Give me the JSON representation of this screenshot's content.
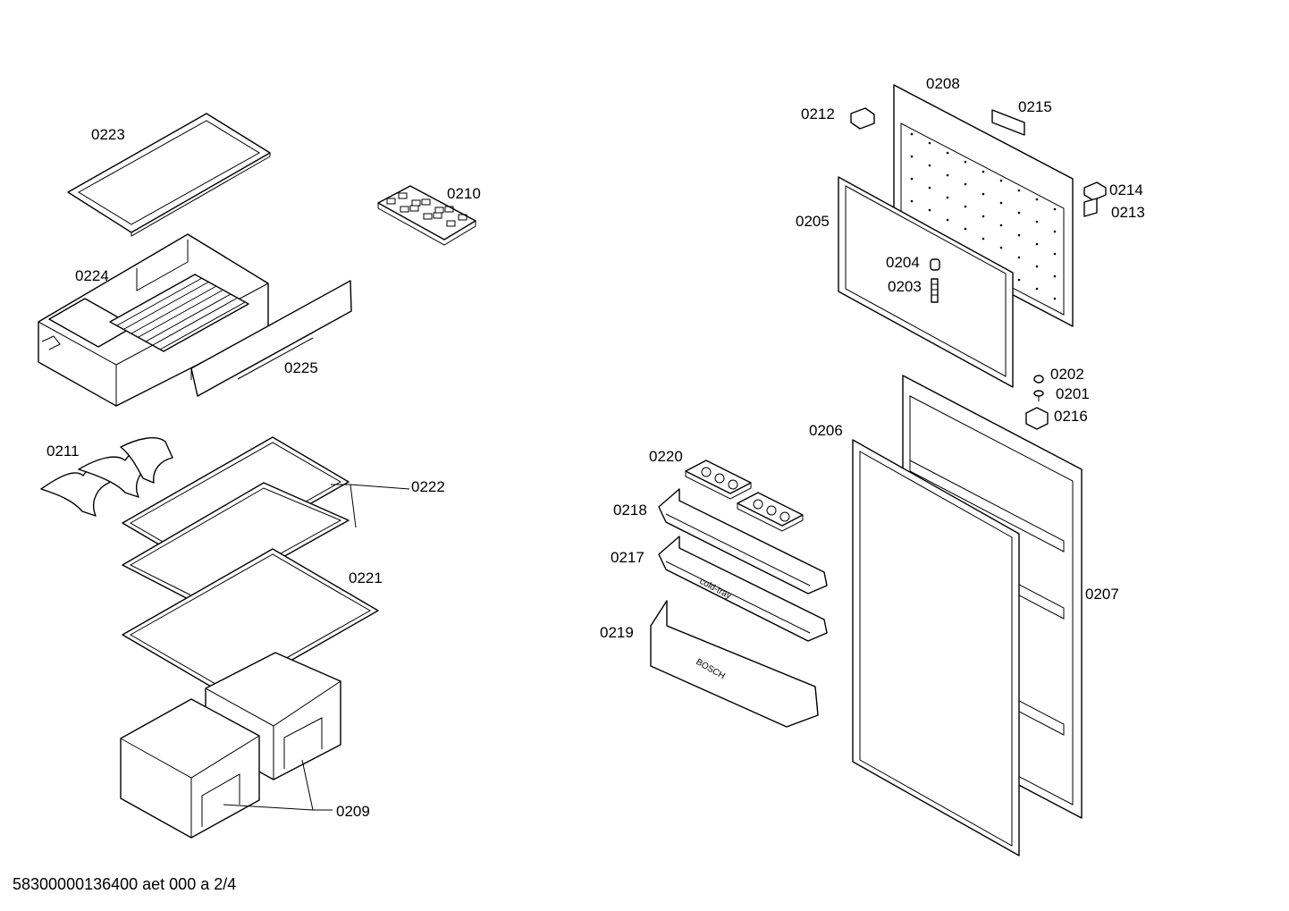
{
  "doc_ref": "58300000136400 aet 000 a 2/4",
  "callouts": {
    "p0223": "0223",
    "p0210": "0210",
    "p0224": "0224",
    "p0225": "0225",
    "p0211": "0211",
    "p0222": "0222",
    "p0221": "0221",
    "p0209": "0209",
    "p0208": "0208",
    "p0212": "0212",
    "p0215": "0215",
    "p0214": "0214",
    "p0213": "0213",
    "p0205": "0205",
    "p0204": "0204",
    "p0203": "0203",
    "p0202": "0202",
    "p0201": "0201",
    "p0216": "0216",
    "p0206": "0206",
    "p0220": "0220",
    "p0218": "0218",
    "p0217": "0217",
    "p0219": "0219",
    "p0207": "0207"
  },
  "embossed_text": {
    "cold_tray": "cold-tray",
    "brand": "BOSCH"
  }
}
